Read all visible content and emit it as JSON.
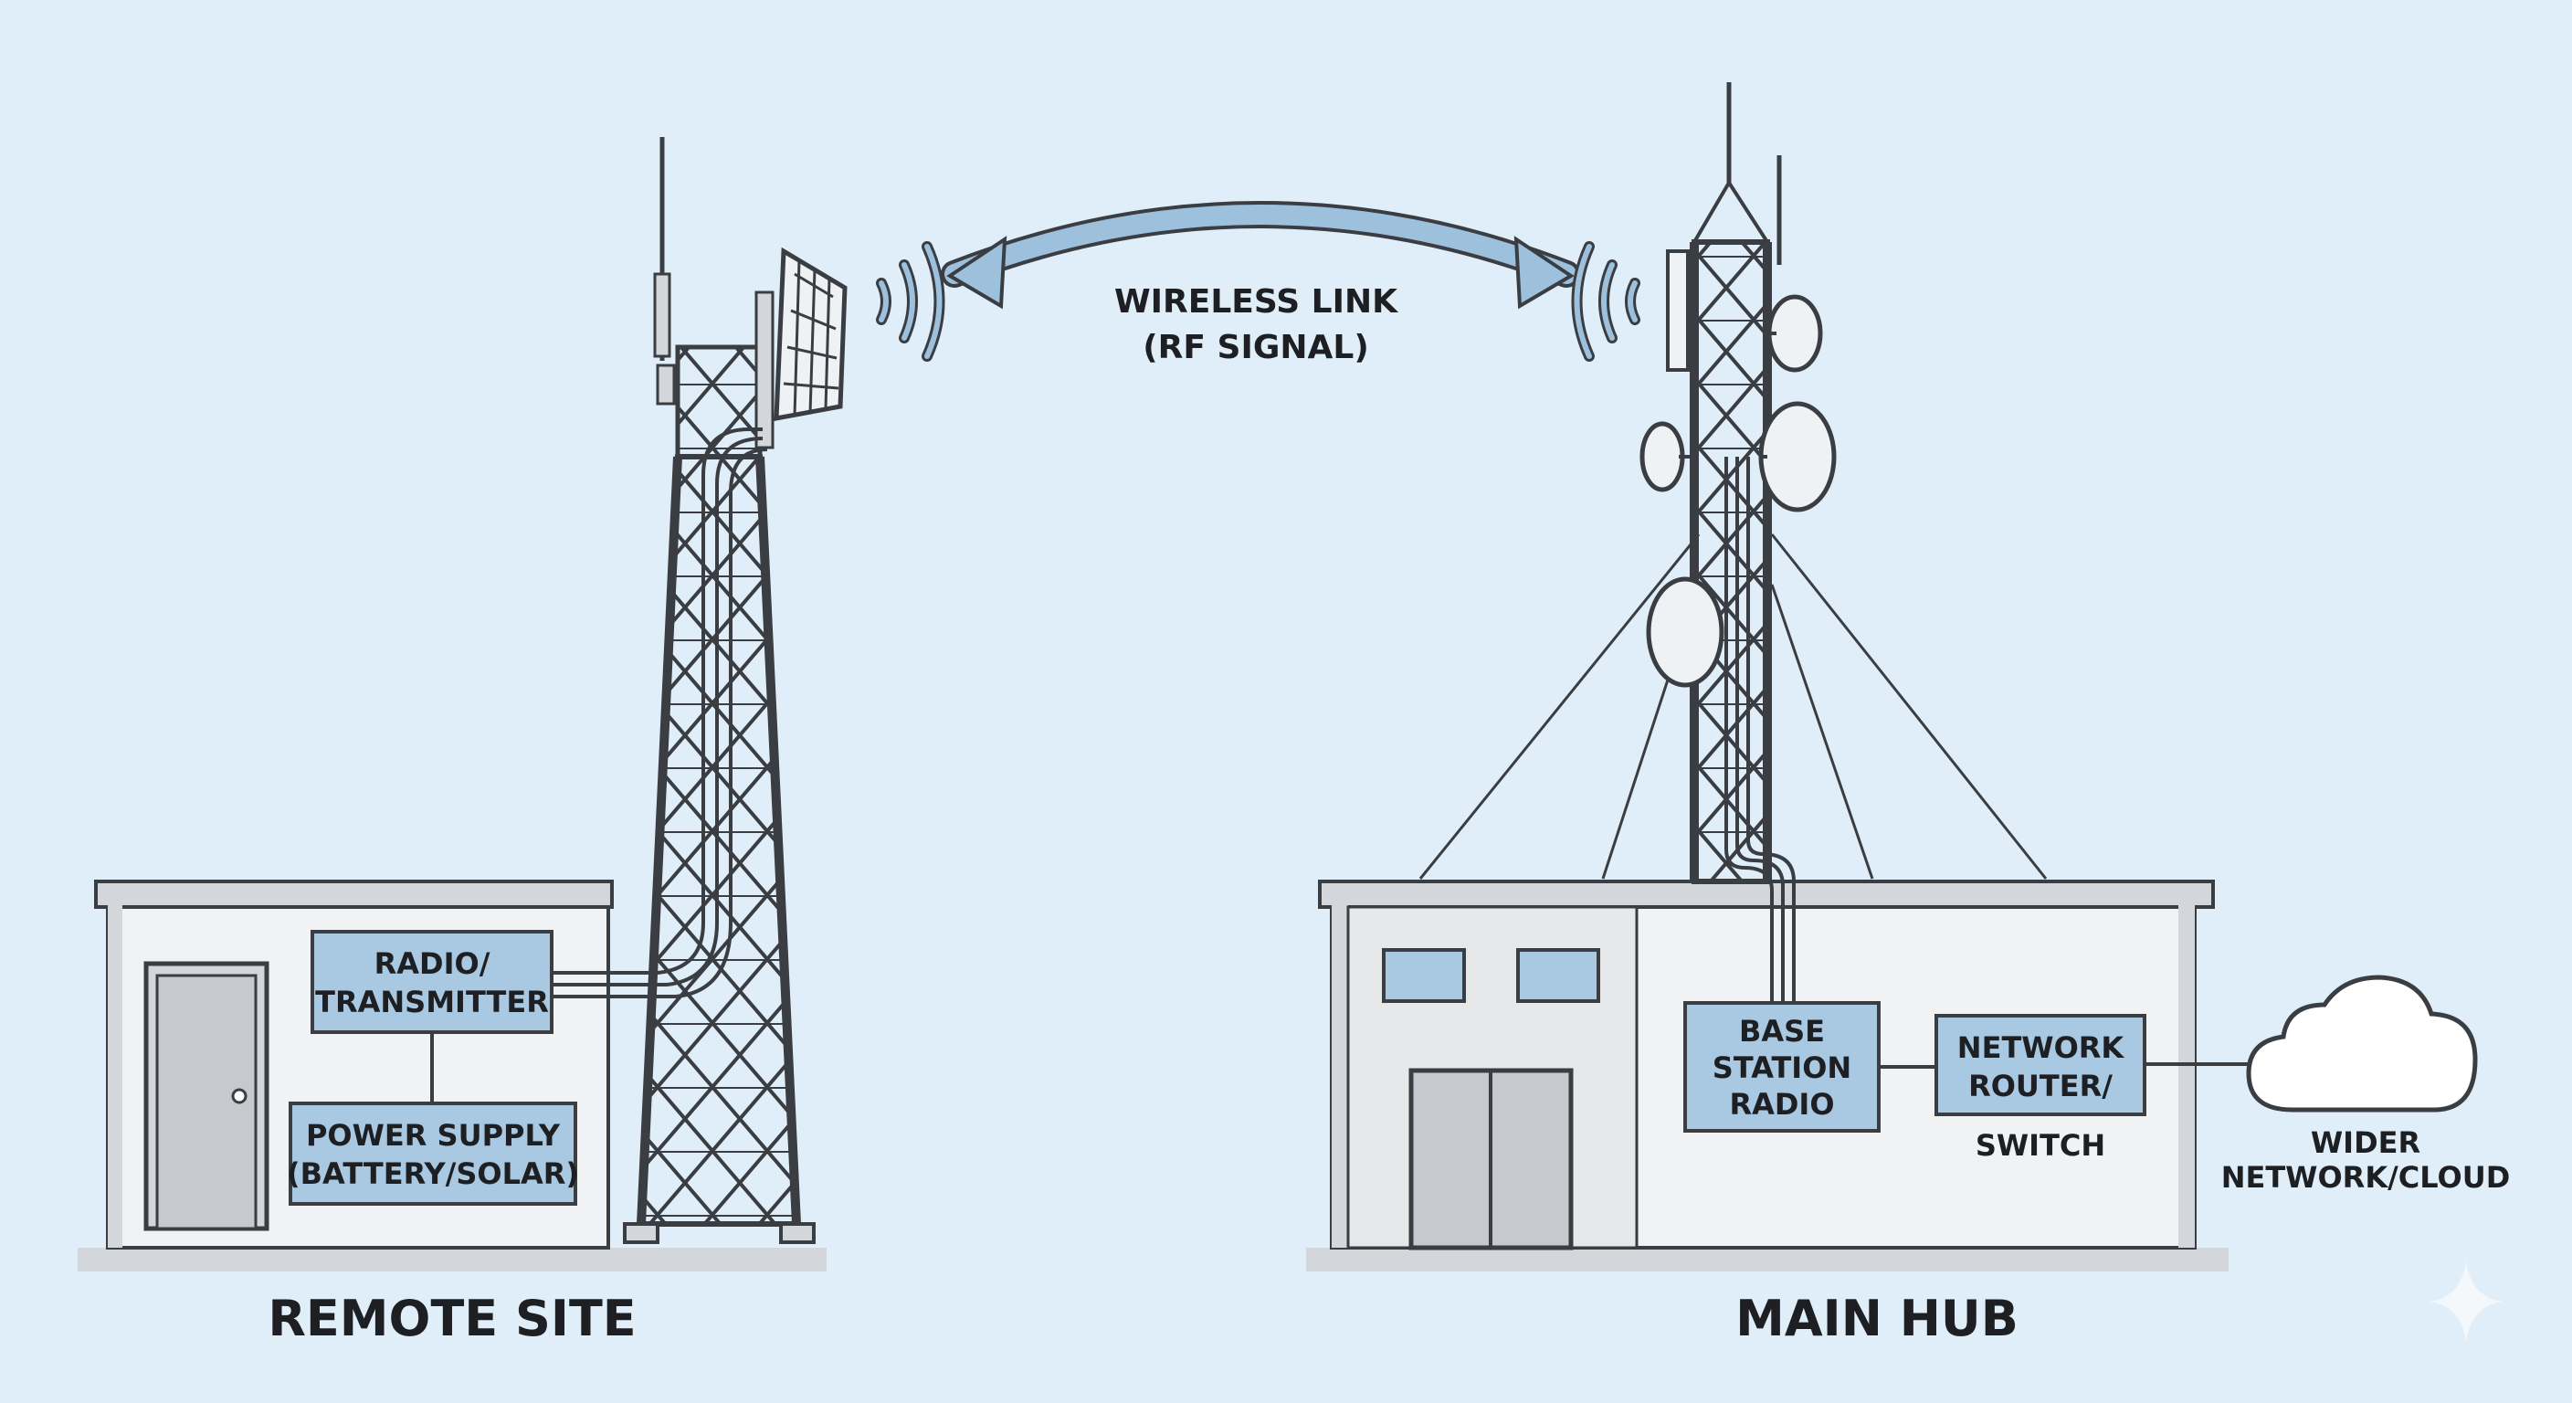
{
  "wireless_link": {
    "line1": "WIRELESS LINK",
    "line2": "(RF SIGNAL)"
  },
  "remote_site": {
    "title": "REMOTE SITE",
    "radio": {
      "line1": "RADIO/",
      "line2": "TRANSMITTER"
    },
    "power": {
      "line1": "POWER SUPPLY",
      "line2": "(BATTERY/SOLAR)"
    }
  },
  "main_hub": {
    "title": "MAIN HUB",
    "base_station": {
      "line1": "BASE",
      "line2": "STATION",
      "line3": "RADIO"
    },
    "router": {
      "line1": "NETWORK",
      "line2": "ROUTER/",
      "line3": "SWITCH"
    },
    "cloud": {
      "line1": "WIDER",
      "line2": "NETWORK/CLOUD"
    }
  },
  "colors": {
    "background": "#dfeef8",
    "box_fill": "#a9c9e2",
    "building_wall": "#f1f2f3",
    "building_dark": "#d3d6da",
    "outline": "#3a3d42",
    "signal_arrow": "#9dc0dd"
  }
}
